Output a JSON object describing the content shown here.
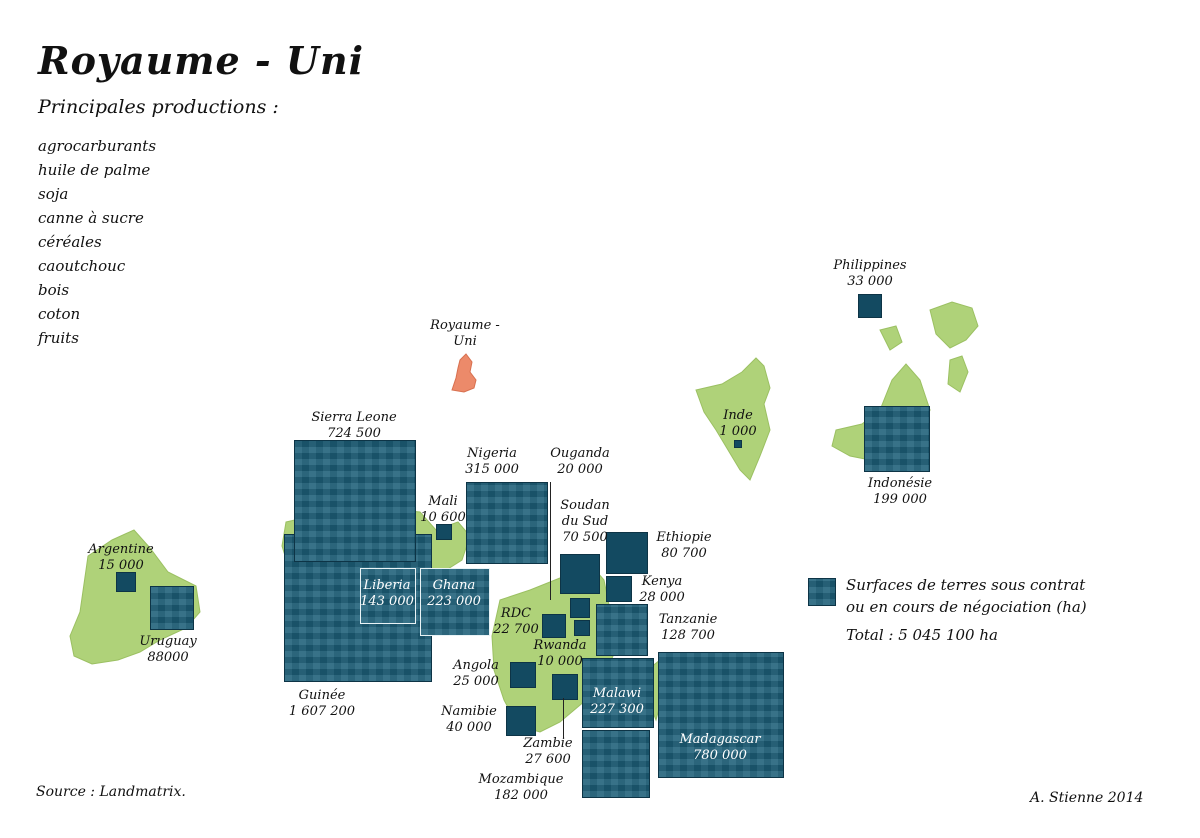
{
  "title": "Royaume - Uni",
  "subtitle": "Principales productions :",
  "productions": [
    "agrocarburants",
    "huile de palme",
    "soja",
    "canne à sucre",
    "céréales",
    "caoutchouc",
    "bois",
    "coton",
    "fruits"
  ],
  "investor": {
    "name_line1": "Royaume -",
    "name_line2": "Uni"
  },
  "countries": [
    {
      "id": "sierra-leone",
      "name": "Sierra Leone",
      "value": "724 500"
    },
    {
      "id": "guinee",
      "name": "Guinée",
      "value": "1 607 200"
    },
    {
      "id": "liberia",
      "name": "Liberia",
      "value": "143 000"
    },
    {
      "id": "ghana",
      "name": "Ghana",
      "value": "223 000"
    },
    {
      "id": "mali",
      "name": "Mali",
      "value": "10 600"
    },
    {
      "id": "nigeria",
      "name": "Nigeria",
      "value": "315 000"
    },
    {
      "id": "ouganda",
      "name": "Ouganda",
      "value": "20 000"
    },
    {
      "id": "soudan-du-sud",
      "name_line1": "Soudan",
      "name_line2": "du Sud",
      "value": "70 500"
    },
    {
      "id": "ethiopie",
      "name": "Ethiopie",
      "value": "80 700"
    },
    {
      "id": "kenya",
      "name": "Kenya",
      "value": "28 000"
    },
    {
      "id": "tanzanie",
      "name": "Tanzanie",
      "value": "128 700"
    },
    {
      "id": "rdc",
      "name": "RDC",
      "value": "22 700"
    },
    {
      "id": "rwanda",
      "name": "Rwanda",
      "value": "10 000"
    },
    {
      "id": "angola",
      "name": "Angola",
      "value": "25 000"
    },
    {
      "id": "namibie",
      "name": "Namibie",
      "value": "40 000"
    },
    {
      "id": "zambie",
      "name": "Zambie",
      "value": "27 600"
    },
    {
      "id": "malawi",
      "name": "Malawi",
      "value": "227 300"
    },
    {
      "id": "mozambique",
      "name": "Mozambique",
      "value": "182 000"
    },
    {
      "id": "madagascar",
      "name": "Madagascar",
      "value": "780 000"
    },
    {
      "id": "argentine",
      "name": "Argentine",
      "value": "15 000"
    },
    {
      "id": "uruguay",
      "name": "Uruguay",
      "value": "88000"
    },
    {
      "id": "inde",
      "name": "Inde",
      "value": "1 000"
    },
    {
      "id": "philippines",
      "name": "Philippines",
      "value": "33 000"
    },
    {
      "id": "indonesie",
      "name": "Indonésie",
      "value": "199 000"
    }
  ],
  "legend": {
    "line1": "Surfaces de terres sous contrat",
    "line2": "ou en cours de négociation (ha)",
    "total": "Total : 5 045 100 ha"
  },
  "source": "Source : Landmatrix.",
  "credit": "A. Stienne 2014",
  "colors": {
    "square": "#1d5f78",
    "land": "#a9cf6e",
    "investor_land": "#ec8a6a"
  }
}
